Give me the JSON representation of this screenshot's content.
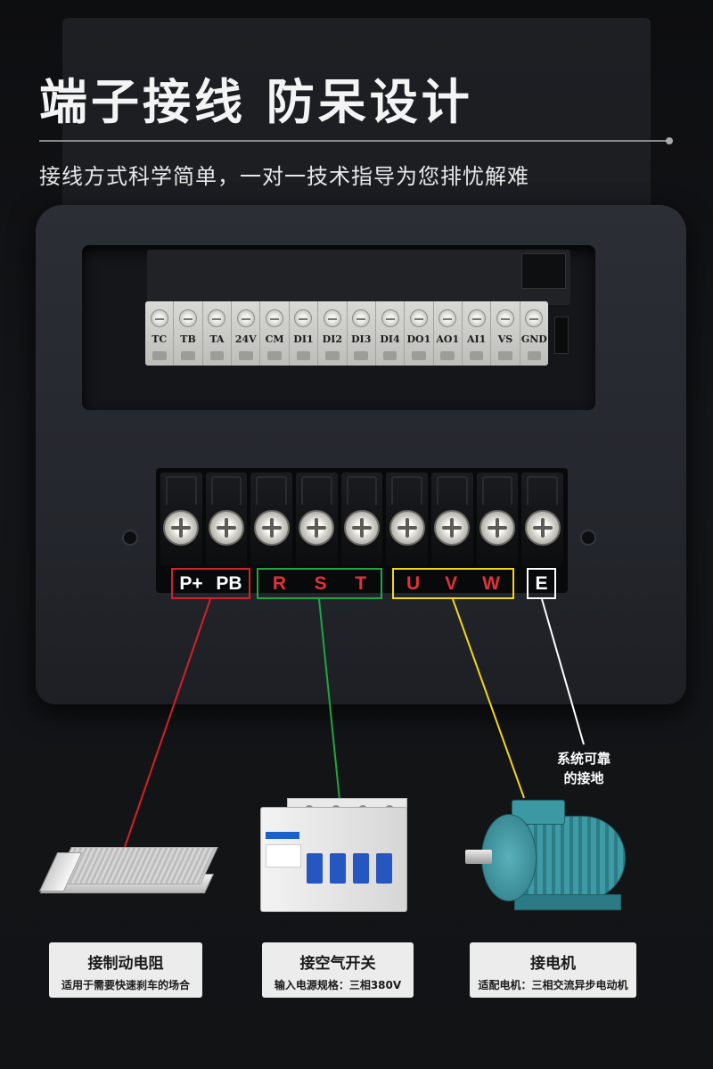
{
  "header": {
    "title": "端子接线  防呆设计",
    "subtitle": "接线方式科学简单，一对一技术指导为您排忧解难"
  },
  "signal_terminals": [
    "TC",
    "TB",
    "TA",
    "24V",
    "CM",
    "DI1",
    "DI2",
    "DI3",
    "DI4",
    "DO1",
    "AO1",
    "AI1",
    "VS",
    "GND"
  ],
  "power_terminal_count": 9,
  "power_labels": {
    "brake": [
      "P+",
      "PB"
    ],
    "input": [
      "R",
      "S",
      "T"
    ],
    "motor": [
      "U",
      "V",
      "W"
    ],
    "ground": [
      "E"
    ]
  },
  "ground_note": [
    "系统可靠",
    "的接地"
  ],
  "captions": [
    {
      "title": "接制动电阻",
      "sub": "适用于需要快速刹车的场合"
    },
    {
      "title": "接空气开关",
      "sub": "输入电源规格：三相380V"
    },
    {
      "title": "接电机",
      "sub": "适配电机：三相交流异步电动机"
    }
  ],
  "colors": {
    "brake": "#d4212b",
    "input": "#1ea646",
    "motor": "#f3d81a",
    "ground": "#ffffff",
    "background": "#111214"
  }
}
